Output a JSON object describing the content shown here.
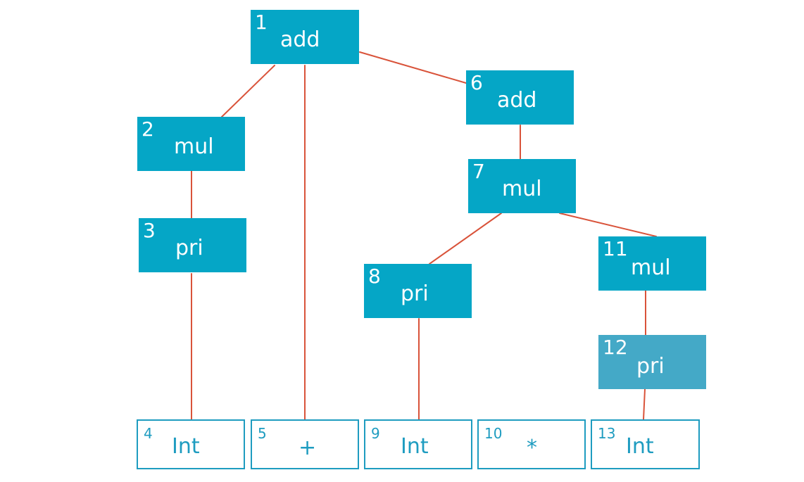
{
  "colors": {
    "node_fill": "#05a6c6",
    "node_fill_alt": "#44a9c7",
    "leaf_border": "#1e9cc0",
    "edge": "#d9533a"
  },
  "nodes": [
    {
      "id": "n1",
      "num": "1",
      "label": "add"
    },
    {
      "id": "n2",
      "num": "2",
      "label": "mul"
    },
    {
      "id": "n3",
      "num": "3",
      "label": "pri"
    },
    {
      "id": "n6",
      "num": "6",
      "label": "add"
    },
    {
      "id": "n7",
      "num": "7",
      "label": "mul"
    },
    {
      "id": "n8",
      "num": "8",
      "label": "pri"
    },
    {
      "id": "n11",
      "num": "11",
      "label": "mul"
    },
    {
      "id": "n12",
      "num": "12",
      "label": "pri"
    }
  ],
  "tokens": [
    {
      "id": "t4",
      "num": "4",
      "label": "Int"
    },
    {
      "id": "t5",
      "num": "5",
      "label": "+"
    },
    {
      "id": "t9",
      "num": "9",
      "label": "Int"
    },
    {
      "id": "t10",
      "num": "10",
      "label": "*"
    },
    {
      "id": "t13",
      "num": "13",
      "label": "Int"
    }
  ],
  "edges": [
    [
      "n1",
      "n2"
    ],
    [
      "n1",
      "t5"
    ],
    [
      "n1",
      "n6"
    ],
    [
      "n2",
      "n3"
    ],
    [
      "n3",
      "t4"
    ],
    [
      "n6",
      "n7"
    ],
    [
      "n7",
      "n8"
    ],
    [
      "n7",
      "n11"
    ],
    [
      "n8",
      "t9"
    ],
    [
      "n11",
      "n12"
    ],
    [
      "n12",
      "t13"
    ]
  ]
}
